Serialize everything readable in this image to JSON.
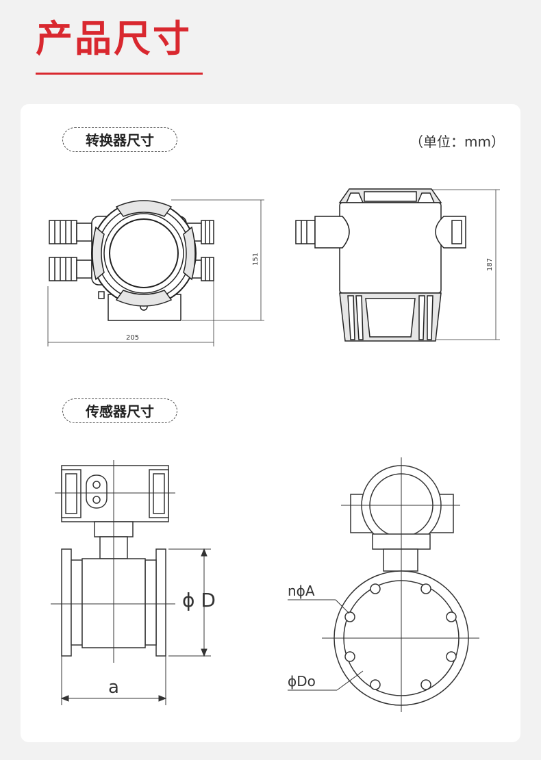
{
  "header": {
    "title": "产品尺寸"
  },
  "converter": {
    "section_label": "转换器尺寸",
    "unit": "（单位：mm）",
    "dims": {
      "width": "205",
      "height_front": "151",
      "height_side": "187"
    }
  },
  "sensor": {
    "section_label": "传感器尺寸",
    "labels": {
      "diameter": "ϕ D",
      "length": "a",
      "holes": "nϕA",
      "outer_diameter": "ϕDo"
    }
  },
  "colors": {
    "accent": "#d9282f",
    "line": "#333333"
  }
}
